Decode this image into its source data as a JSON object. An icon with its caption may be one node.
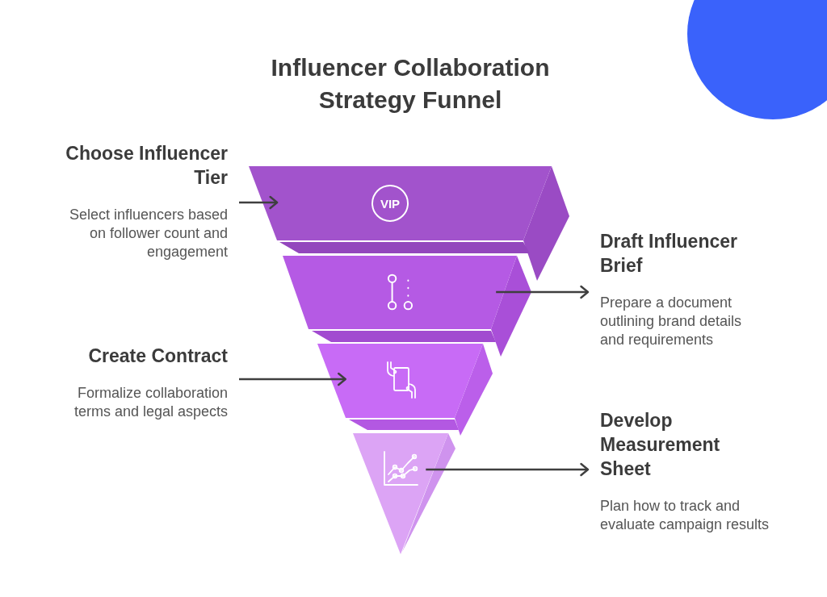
{
  "diagram": {
    "title": "Influencer Collaboration Strategy Funnel",
    "nodes": [
      {
        "text": [
          "Choose Influencer Tier",
          "Select influencers based on follower count and engagement"
        ]
      },
      {
        "text": [
          "VIP"
        ]
      },
      {
        "text": [],
        "shape": "trapezoid"
      },
      {
        "text": [
          "Draft Influencer Brief",
          "Prepare a document outlining brand details and requirements"
        ]
      },
      {
        "text": [
          "Create Contract",
          "Formalize collaboration terms and legal aspects"
        ]
      },
      {
        "text": [],
        "shape": "trapezoid"
      },
      {
        "text": [],
        "shape": "triangle"
      },
      {
        "text": [
          "Develop Measurement Sheet",
          "Plan how to track and evaluate campaign results"
        ]
      }
    ],
    "edges": [
      {
        "from": 0,
        "to": 1,
        "arrow": "to"
      },
      {
        "from": 2,
        "to": 3,
        "arrow": "to"
      },
      {
        "from": 4,
        "to": 5,
        "arrow": "to"
      },
      {
        "from": 6,
        "to": 7,
        "arrow": "to"
      }
    ]
  }
}
